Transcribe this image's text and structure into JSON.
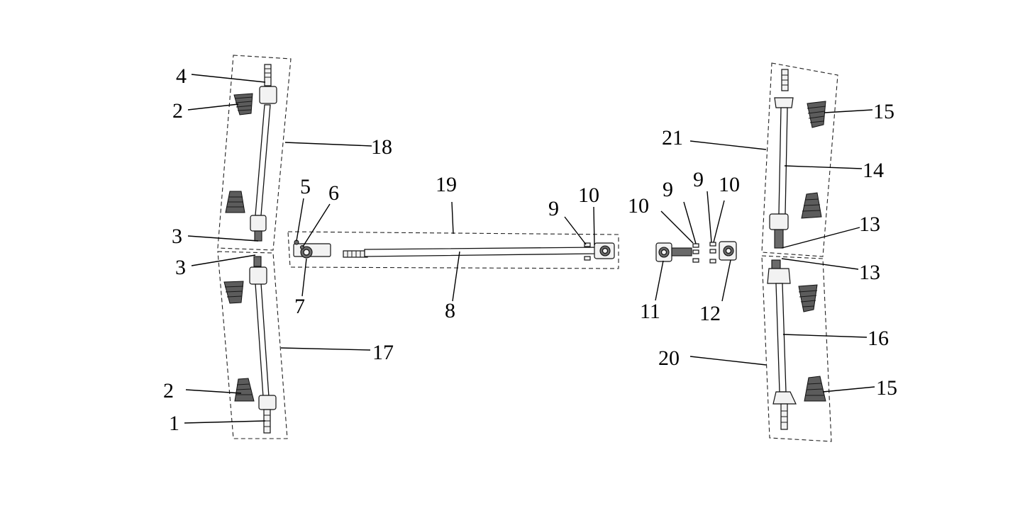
{
  "diagram": {
    "callouts": [
      "1",
      "2",
      "2",
      "3",
      "3",
      "4",
      "5",
      "6",
      "7",
      "8",
      "9",
      "9",
      "9",
      "10",
      "10",
      "10",
      "11",
      "12",
      "13",
      "13",
      "14",
      "15",
      "15",
      "16",
      "17",
      "18",
      "19",
      "20",
      "21"
    ]
  }
}
